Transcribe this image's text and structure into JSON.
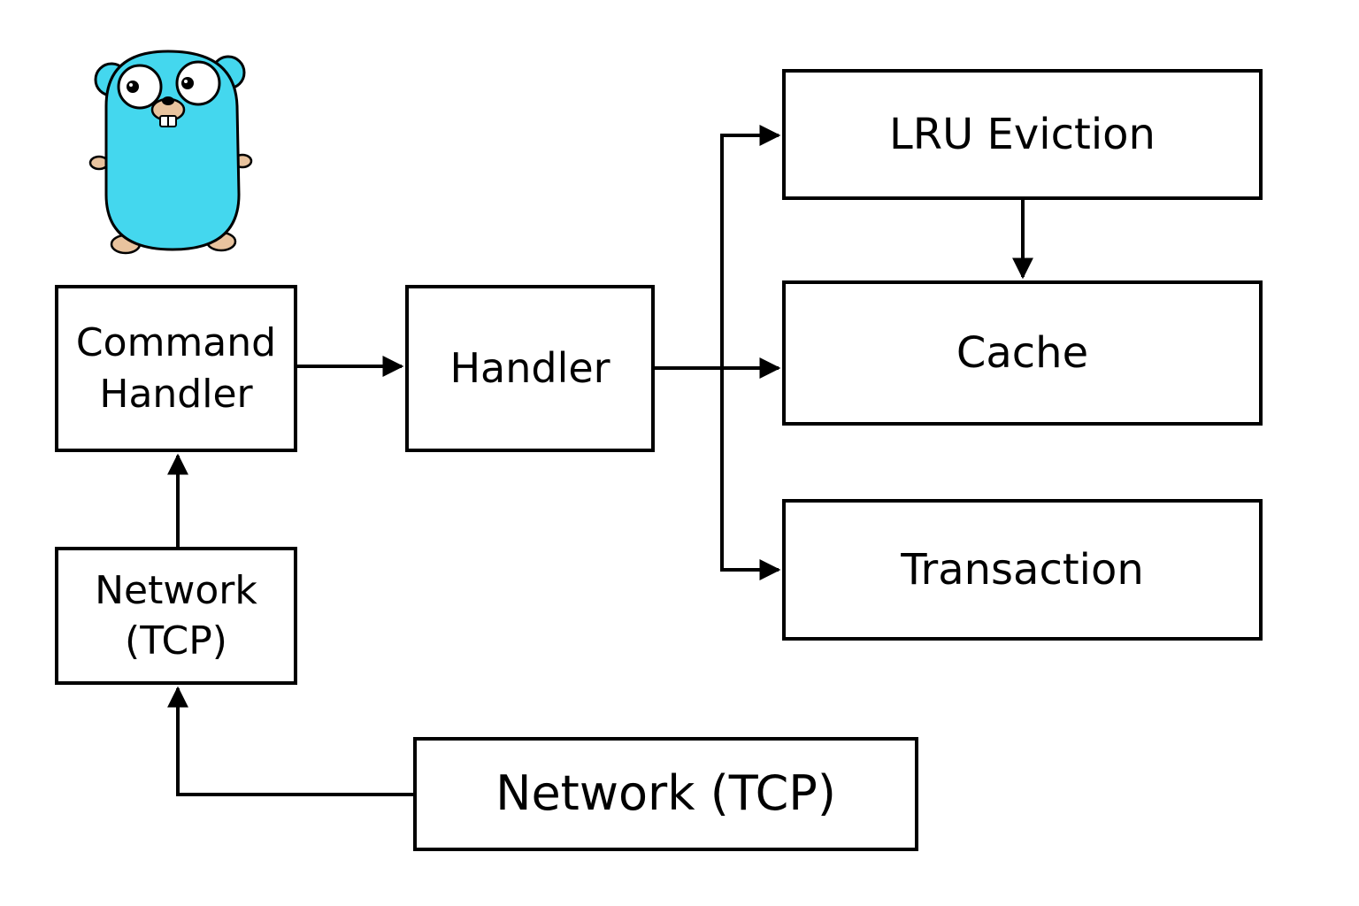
{
  "nodes": {
    "command_handler": "Command\nHandler",
    "handler": "Handler",
    "network_small": "Network\n(TCP)",
    "lru_eviction": "LRU Eviction",
    "cache": "Cache",
    "transaction": "Transaction",
    "network_bottom": "Network (TCP)"
  },
  "edges": [
    {
      "from": "network_bottom",
      "to": "network_small"
    },
    {
      "from": "network_small",
      "to": "command_handler"
    },
    {
      "from": "command_handler",
      "to": "handler"
    },
    {
      "from": "handler",
      "to": "lru_eviction"
    },
    {
      "from": "handler",
      "to": "cache"
    },
    {
      "from": "handler",
      "to": "transaction"
    },
    {
      "from": "lru_eviction",
      "to": "cache"
    }
  ],
  "mascot": {
    "icon": "gopher-mascot-icon",
    "body_color": "#44d7ee",
    "muzzle_color": "#e8c39e"
  },
  "colors": {
    "stroke": "#000000",
    "background": "#ffffff"
  }
}
